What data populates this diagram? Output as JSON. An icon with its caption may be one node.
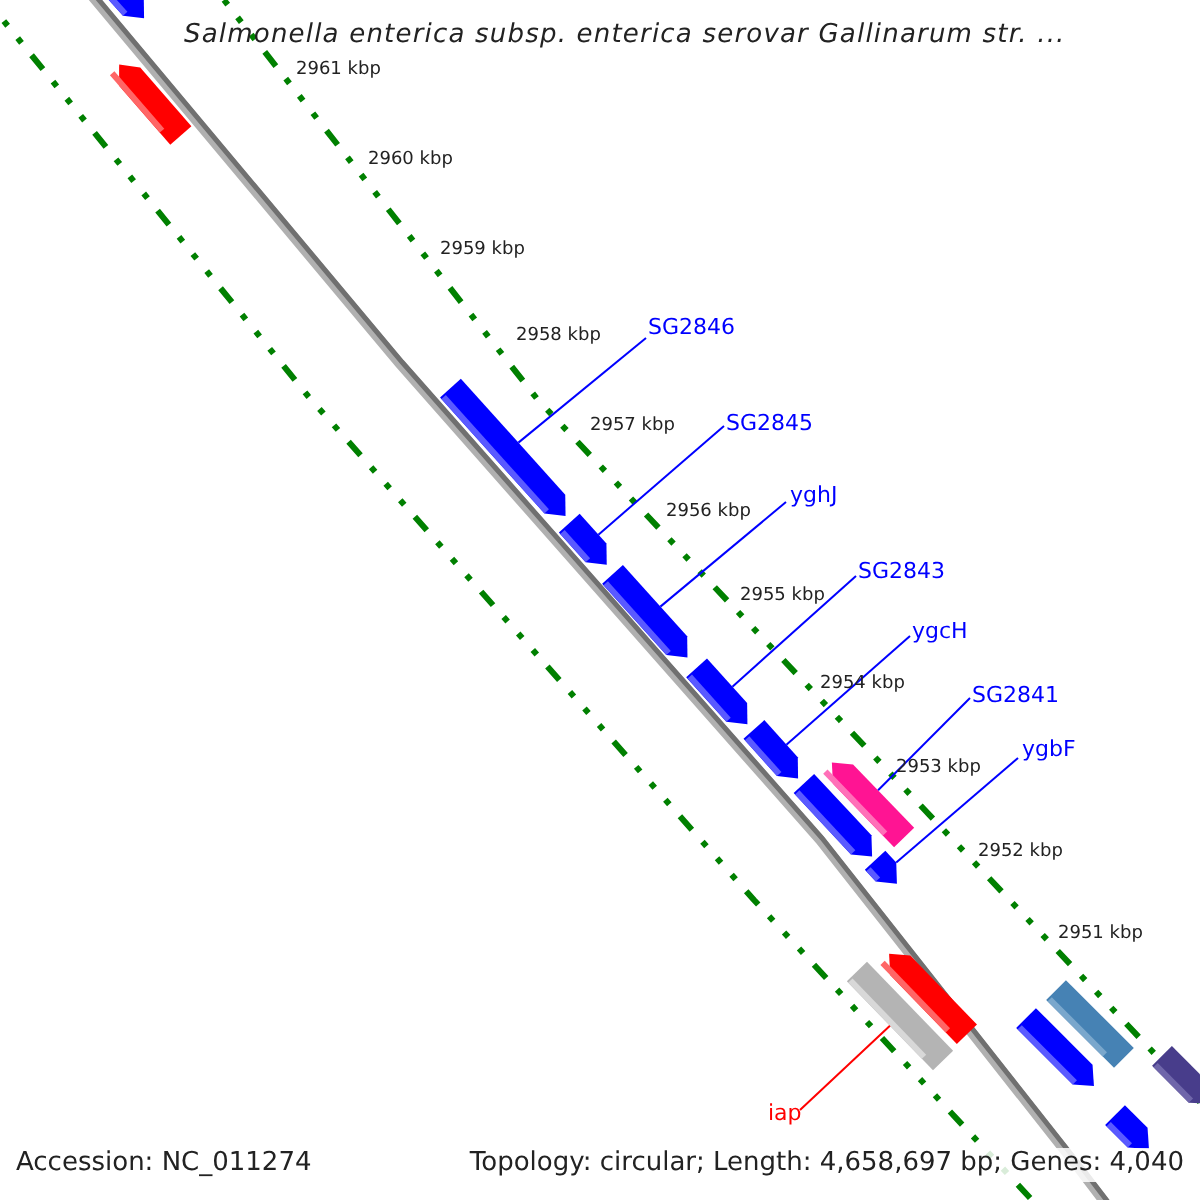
{
  "diagram": {
    "title": "Salmonella enterica subsp. enterica serovar Gallinarum str. ...",
    "nodes": [
      {
        "text": [
          "SG2846"
        ]
      },
      {
        "text": [
          "SG2845"
        ]
      },
      {
        "text": [
          "yghJ"
        ]
      },
      {
        "text": [
          "SG2843"
        ]
      },
      {
        "text": [
          "ygcH"
        ]
      },
      {
        "text": [
          "SG2841"
        ]
      },
      {
        "text": [
          "ygbF"
        ]
      },
      {
        "text": [
          "iap"
        ]
      },
      {
        "text": [],
        "shape": "arrow"
      },
      {
        "text": [],
        "shape": "arrow"
      },
      {
        "text": [],
        "shape": "arrow"
      },
      {
        "text": [],
        "shape": "arrow"
      },
      {
        "text": [],
        "shape": "arrow"
      },
      {
        "text": [],
        "shape": "arrow"
      },
      {
        "text": [],
        "shape": "arrow"
      },
      {
        "text": [],
        "shape": "arrow"
      },
      {
        "text": [],
        "shape": "arrow"
      },
      {
        "text": [],
        "shape": "arrow"
      },
      {
        "text": [],
        "shape": "arrow"
      },
      {
        "text": [],
        "shape": "bar"
      },
      {
        "text": [],
        "shape": "arrow"
      },
      {
        "text": [],
        "shape": "arrow"
      },
      {
        "text": [],
        "shape": "arrow"
      },
      {
        "text": [],
        "shape": "arrow"
      }
    ],
    "edges": [
      {
        "from": 0,
        "to": 10,
        "arrow": "none"
      },
      {
        "from": 1,
        "to": 11,
        "arrow": "none"
      },
      {
        "from": 2,
        "to": 12,
        "arrow": "none"
      },
      {
        "from": 3,
        "to": 13,
        "arrow": "none"
      },
      {
        "from": 4,
        "to": 14,
        "arrow": "none"
      },
      {
        "from": 5,
        "to": 17,
        "arrow": "none"
      },
      {
        "from": 6,
        "to": 16,
        "arrow": "none"
      },
      {
        "from": 7,
        "to": 19,
        "arrow": "none",
        "color": "#ff0000"
      }
    ],
    "labels": [
      "2961 kbp",
      "2960 kbp",
      "2959 kbp",
      "2958 kbp",
      "2957 kbp",
      "2956 kbp",
      "2955 kbp",
      "2954 kbp",
      "2953 kbp",
      "2952 kbp",
      "2951 kbp",
      "Accession: NC_011274",
      "Topology: circular; Length: 4,658,697 bp; Genes: 4,040"
    ]
  }
}
